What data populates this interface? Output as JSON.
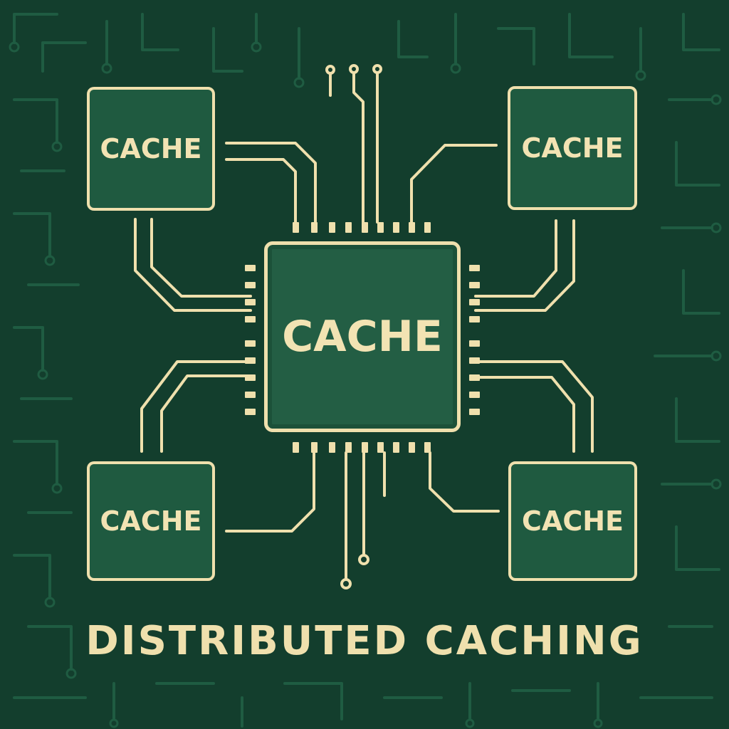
{
  "diagram": {
    "title": "DISTRIBUTED CACHING",
    "nodes": {
      "top_left": "CACHE",
      "top_right": "CACHE",
      "center": "CACHE",
      "bottom_left": "CACHE",
      "bottom_right": "CACHE"
    }
  },
  "colors": {
    "background": "#133e2d",
    "box_fill": "#1f5a40",
    "accent": "#efe0ad",
    "background_trace": "#1f5c42"
  }
}
